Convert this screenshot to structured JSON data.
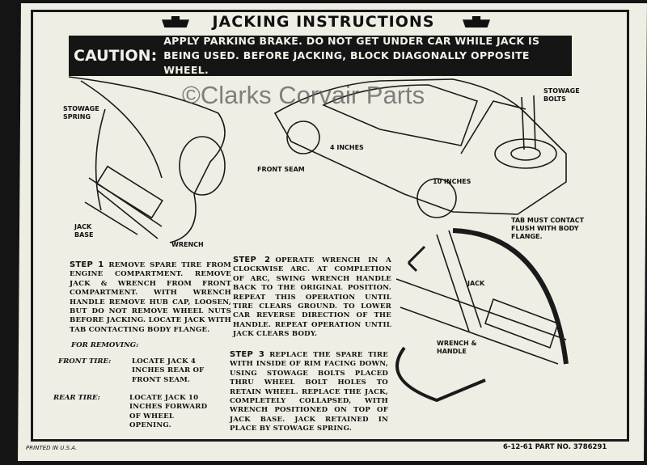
{
  "title": "JACKING INSTRUCTIONS",
  "caution": {
    "label": "CAUTION:",
    "text": "APPLY PARKING BRAKE. DO NOT GET UNDER CAR WHILE JACK IS BEING USED. BEFORE JACKING, BLOCK DIAGONALLY OPPOSITE WHEEL."
  },
  "watermark": "©Clarks Corvair Parts",
  "labels": {
    "stowage_spring": "STOWAGE SPRING",
    "jack_base": "JACK BASE",
    "wrench": "WRENCH",
    "front_seam": "FRONT SEAM",
    "four_inches": "4 INCHES",
    "ten_inches": "10 INCHES",
    "stowage_bolts": "STOWAGE BOLTS",
    "tab": "TAB MUST CONTACT FLUSH WITH BODY FLANGE.",
    "jack": "JACK",
    "wrench_handle": "WRENCH & HANDLE"
  },
  "steps": [
    {
      "head": "STEP 1",
      "text": "REMOVE SPARE TIRE FROM ENGINE COMPARTMENT. REMOVE JACK & WRENCH FROM FRONT COMPARTMENT. WITH WRENCH HANDLE REMOVE HUB CAP, LOOSEN, BUT DO NOT REMOVE WHEEL NUTS BEFORE JACKING. LOCATE JACK WITH TAB CONTACTING BODY FLANGE."
    },
    {
      "head": "STEP 2",
      "text": "OPERATE WRENCH IN A CLOCKWISE ARC. AT COMPLETION OF ARC, SWING WRENCH HANDLE BACK TO THE ORIGINAL POSITION. REPEAT THIS OPERATION UNTIL TIRE CLEARS GROUND. TO LOWER CAR REVERSE DIRECTION OF THE HANDLE. REPEAT OPERATION UNTIL JACK CLEARS BODY."
    },
    {
      "head": "STEP 3",
      "text": "REPLACE THE SPARE TIRE WITH INSIDE OF RIM FACING DOWN, USING STOWAGE BOLTS PLACED THRU WHEEL BOLT HOLES TO RETAIN WHEEL. REPLACE THE JACK, COMPLETELY COLLAPSED, WITH WRENCH POSITIONED ON TOP OF JACK BASE. JACK RETAINED IN PLACE BY STOWAGE SPRING."
    }
  ],
  "removing": {
    "heading": "FOR REMOVING:",
    "front_label": "FRONT TIRE:",
    "front_text": "LOCATE JACK 4 INCHES REAR OF FRONT SEAM.",
    "rear_label": "REAR TIRE:",
    "rear_text": "LOCATE JACK 10 INCHES FORWARD OF WHEEL OPENING."
  },
  "footer": {
    "printed": "PRINTED IN U.S.A.",
    "part": "6-12-61 PART NO. 3786291"
  }
}
